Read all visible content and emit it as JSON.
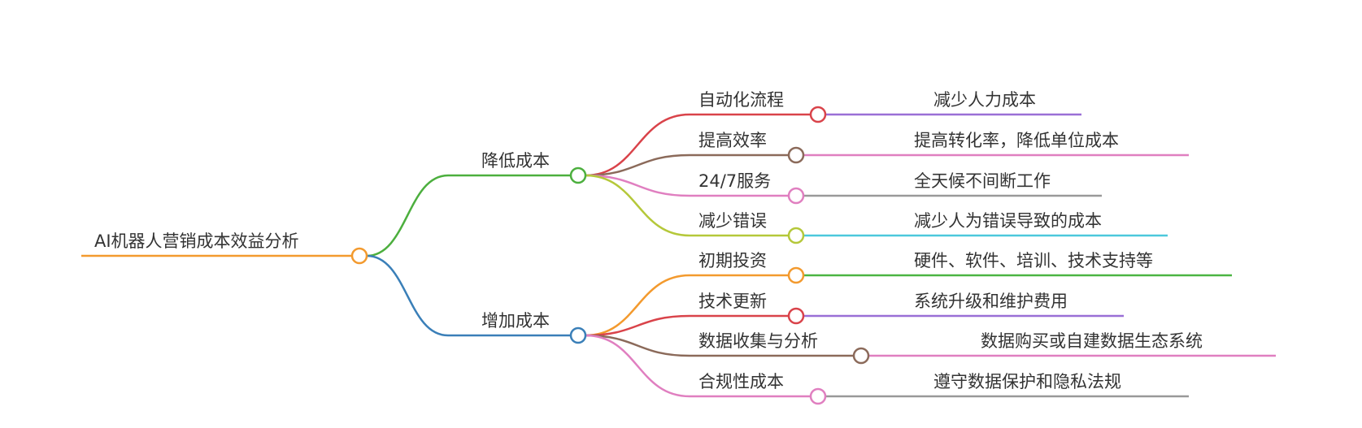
{
  "root": {
    "label": "AI机器人营销成本效益分析",
    "color": "#f39a2e"
  },
  "branches": [
    {
      "label": "降低成本",
      "color": "#4caf3e",
      "children": [
        {
          "label": "自动化流程",
          "detail": "减少人力成本",
          "color": "#d9434a",
          "detail_color": "#9a6fd6"
        },
        {
          "label": "提高效率",
          "detail": "提高转化率，降低单位成本",
          "color": "#8b6a5a",
          "detail_color": "#e07fc0"
        },
        {
          "label": "24/7服务",
          "detail": "全天候不间断工作",
          "color": "#e07fc0",
          "detail_color": "#999999"
        },
        {
          "label": "减少错误",
          "detail": "减少人为错误导致的成本",
          "color": "#b5c83a",
          "detail_color": "#4cc8dc"
        }
      ]
    },
    {
      "label": "增加成本",
      "color": "#3a7fb8",
      "children": [
        {
          "label": "初期投资",
          "detail": "硬件、软件、培训、技术支持等",
          "color": "#f39a2e",
          "detail_color": "#4bb543"
        },
        {
          "label": "技术更新",
          "detail": "系统升级和维护费用",
          "color": "#d9434a",
          "detail_color": "#9a6fd6"
        },
        {
          "label": "数据收集与分析",
          "detail": "数据购买或自建数据生态系统",
          "color": "#8b6a5a",
          "detail_color": "#e07fc0"
        },
        {
          "label": "合规性成本",
          "detail": "遵守数据保护和隐私法规",
          "color": "#e07fc0",
          "detail_color": "#999999"
        }
      ]
    }
  ]
}
